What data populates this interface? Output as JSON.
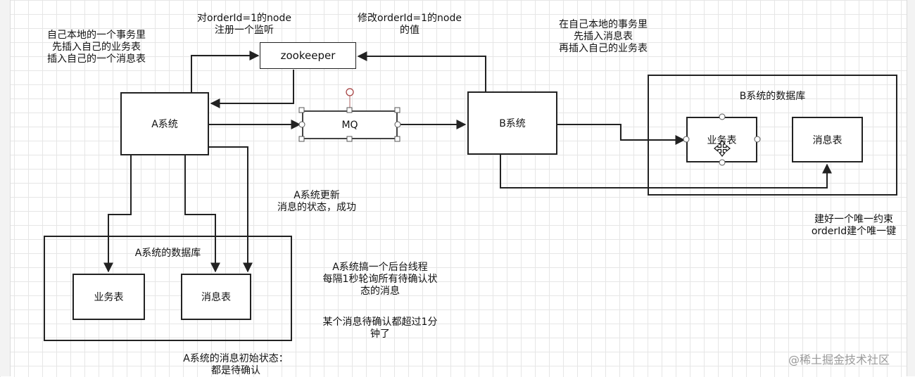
{
  "nodes": {
    "zookeeper": "zookeeper",
    "a_system": "A系统",
    "mq": "MQ",
    "b_system": "B系统",
    "a_business_table": "业务表",
    "a_message_table": "消息表",
    "b_business_table": "业务表",
    "b_message_table": "消息表"
  },
  "regions": {
    "a_db": "A系统的数据库",
    "b_db": "B系统的数据库"
  },
  "notes": {
    "a_local_tx": "自己本地的一个事务里\n先插入自己的业务表\n插入自己的一个消息表",
    "register_watch": "对orderId=1的node\n注册一个监听",
    "modify_node": "修改orderId=1的node\n的值",
    "b_local_tx": "在自己本地的事务里\n先插入消息表\n再插入自己的业务表",
    "a_update_status": "A系统更新\n消息的状态，成功",
    "unique_constraint": "建好一个唯一约束\norderId建个唯一键",
    "background_thread": "A系统搞一个后台线程\n每隔1秒轮询所有待确认状\n态的消息",
    "timeout": "某个消息待确认都超过1分\n钟了",
    "initial_status": "A系统的消息初始状态：\n都是待确认"
  },
  "watermark": "@稀土掘金技术社区"
}
